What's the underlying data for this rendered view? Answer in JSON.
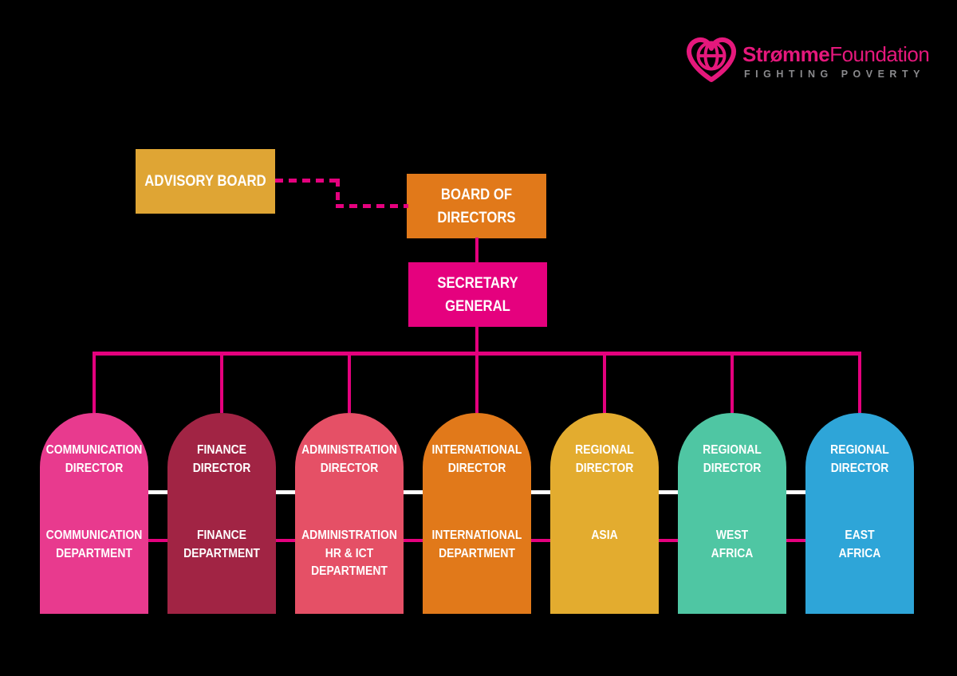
{
  "logo": {
    "brand_bold": "Strømme",
    "brand_light": "Foundation",
    "tagline": "FIGHTING POVERTY",
    "brand_color": "#E5187C",
    "tagline_color": "#8A8A8D",
    "icon": "heart-globe-icon"
  },
  "boxes": {
    "advisory": {
      "label": "ADVISORY BOARD",
      "color": "#DFA534"
    },
    "board": {
      "label": "BOARD OF\nDIRECTORS",
      "color": "#E1791A"
    },
    "secretary": {
      "label": "SECRETARY\nGENERAL",
      "color": "#E5017E"
    }
  },
  "connectors": {
    "line_color": "#E5017E",
    "separator_white": "#FFFFFF",
    "advisory_link_style": "dashed"
  },
  "columns": [
    {
      "director": "COMMUNICATION\nDIRECTOR",
      "department": "COMMUNICATION\nDEPARTMENT",
      "color": "#E83A8E"
    },
    {
      "director": "FINANCE\nDIRECTOR",
      "department": "FINANCE\nDEPARTMENT",
      "color": "#A12444"
    },
    {
      "director": "ADMINISTRATION\nDIRECTOR",
      "department": "ADMINISTRATION\nHR & ICT\nDEPARTMENT",
      "color": "#E55066"
    },
    {
      "director": "INTERNATIONAL\nDIRECTOR",
      "department": "INTERNATIONAL\nDEPARTMENT",
      "color": "#E1791A"
    },
    {
      "director": "REGIONAL\nDIRECTOR",
      "department": "ASIA",
      "color": "#E3AC2F"
    },
    {
      "director": "REGIONAL\nDIRECTOR",
      "department": "WEST\nAFRICA",
      "color": "#4FC6A3"
    },
    {
      "director": "REGIONAL\nDIRECTOR",
      "department": "EAST\nAFRICA",
      "color": "#2EA5D8"
    }
  ],
  "background": "#000000"
}
